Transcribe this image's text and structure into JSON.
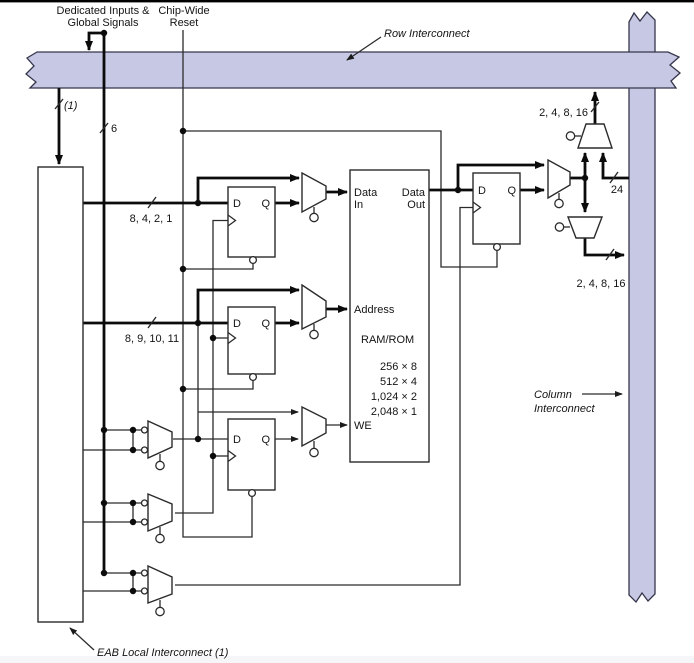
{
  "diagram": {
    "labels": {
      "dedicated_line1": "Dedicated Inputs &",
      "dedicated_line2": "Global Signals",
      "reset_line1": "Chip-Wide",
      "reset_line2": "Reset",
      "row_interconnect": "Row Interconnect",
      "column_line1": "Column",
      "column_line2": "Interconnect",
      "eab_local": "EAB Local Interconnect (1)",
      "note_1": "(1)",
      "width_6": "6",
      "width_data": "8, 4, 2, 1",
      "width_address": "8, 9, 10, 11",
      "width_24": "24",
      "width_out": "2, 4, 8, 16"
    },
    "ram": {
      "data": "Data",
      "in": "In",
      "out": "Out",
      "address": "Address",
      "title": "RAM/ROM",
      "we": "WE",
      "sizes": [
        "256 × 8",
        "512 × 4",
        "1,024 × 2",
        "2,048 × 1"
      ]
    },
    "flipflop": {
      "d": "D",
      "q": "Q"
    },
    "colors": {
      "interconnect_fill": "#c7c8e4",
      "interconnect_stroke": "#35354a"
    }
  }
}
